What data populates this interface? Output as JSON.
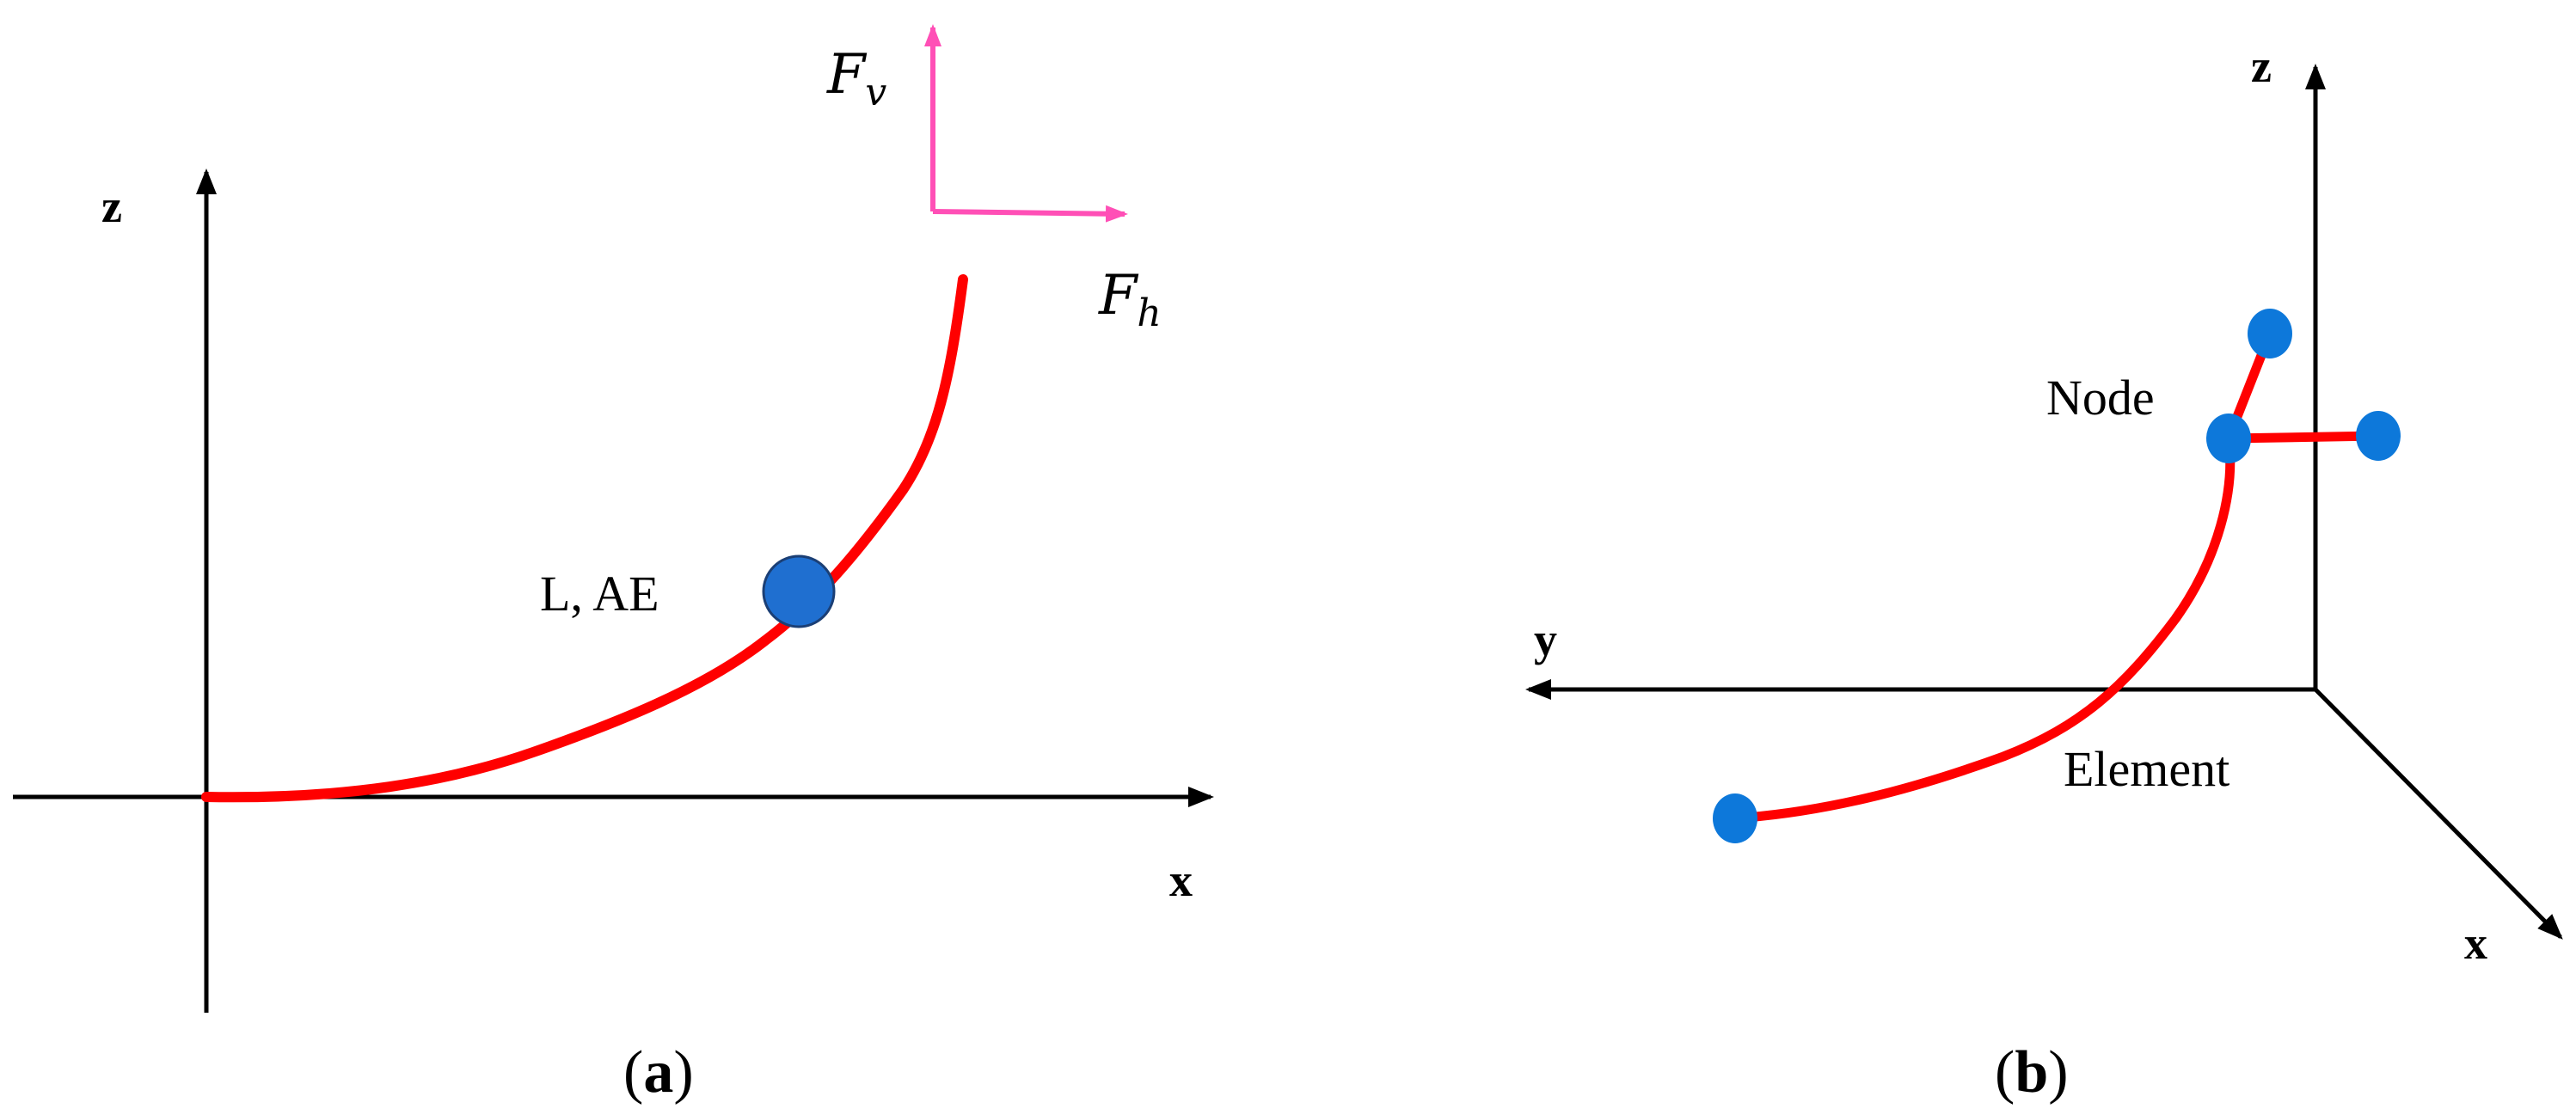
{
  "colors": {
    "axis": "#000000",
    "curve": "#ff0000",
    "node_fill_a": "#1f6fd0",
    "node_stroke_a": "#1b3f75",
    "node_fill_b": "#0d78da",
    "force_arrows": "#ff4fb6"
  },
  "panel_a": {
    "axis_z_label": "z",
    "axis_x_label": "x",
    "node_label": "L, AE",
    "force_vertical_symbol": "F",
    "force_vertical_subscript": "v",
    "force_horizontal_symbol": "F",
    "force_horizontal_subscript": "h",
    "caption_open": "(",
    "caption_letter": "a",
    "caption_close": ")"
  },
  "panel_b": {
    "axis_z_label": "z",
    "axis_y_label": "y",
    "axis_x_label": "x",
    "node_label": "Node",
    "element_label": "Element",
    "caption_open": "(",
    "caption_letter": "b",
    "caption_close": ")"
  }
}
